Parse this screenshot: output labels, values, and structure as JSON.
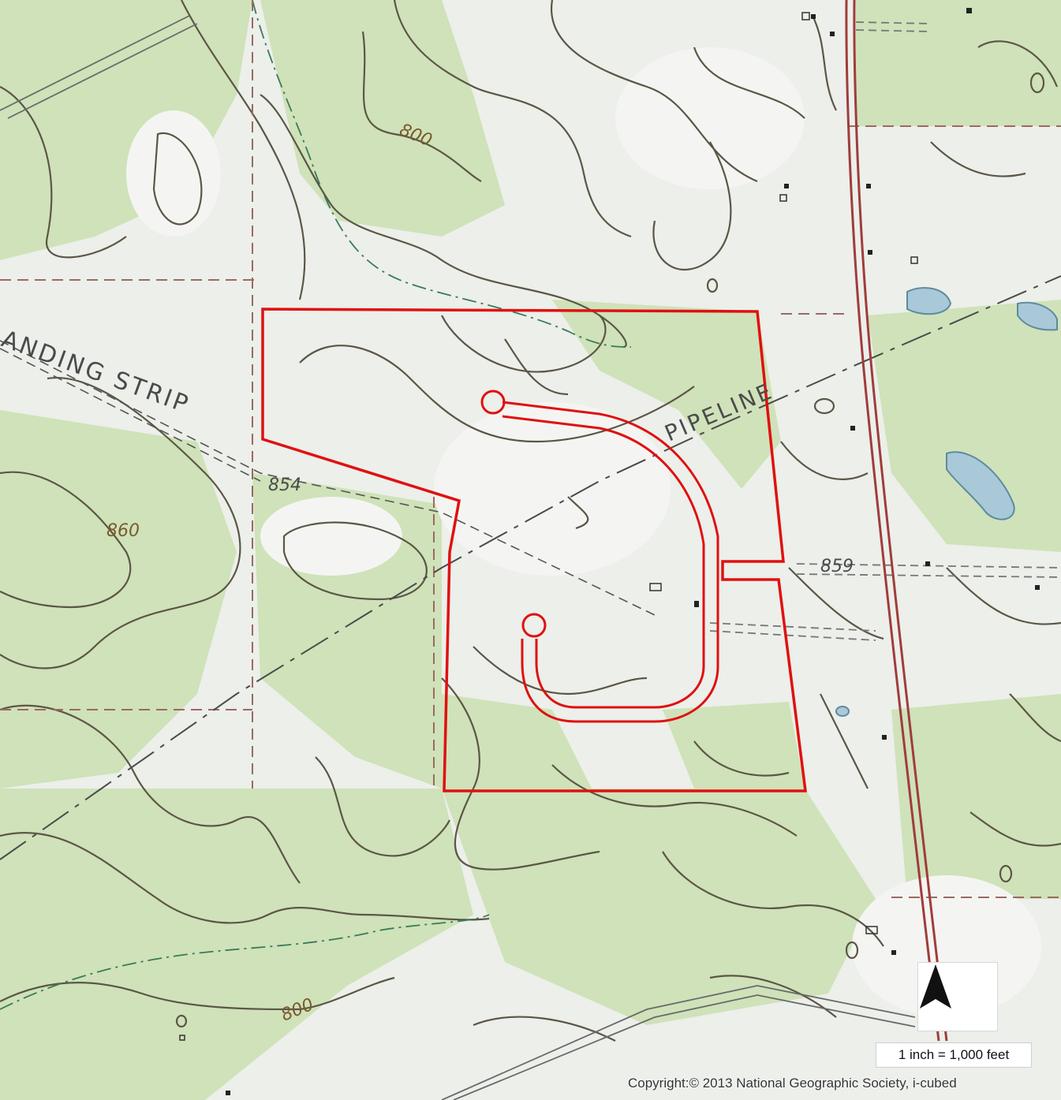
{
  "map": {
    "labels": {
      "landing_strip": "ANDING STRIP",
      "pipeline": "PIPELINE"
    },
    "elevations": {
      "e800_top": "800",
      "e854": "854",
      "e860": "860",
      "e859": "859",
      "e800_bottom": "800"
    },
    "colors": {
      "vegetation": "#cfe3b8",
      "open_land": "#eef0ec",
      "contour": "#5b5544",
      "boundary": "#e01010",
      "road": "#a24040",
      "water": "#9fc4d6"
    }
  },
  "north_arrow": {
    "icon": "north-arrow-icon"
  },
  "scale": {
    "text": "1 inch = 1,000 feet"
  },
  "copyright": {
    "text": "Copyright:© 2013 National Geographic Society, i-cubed"
  }
}
